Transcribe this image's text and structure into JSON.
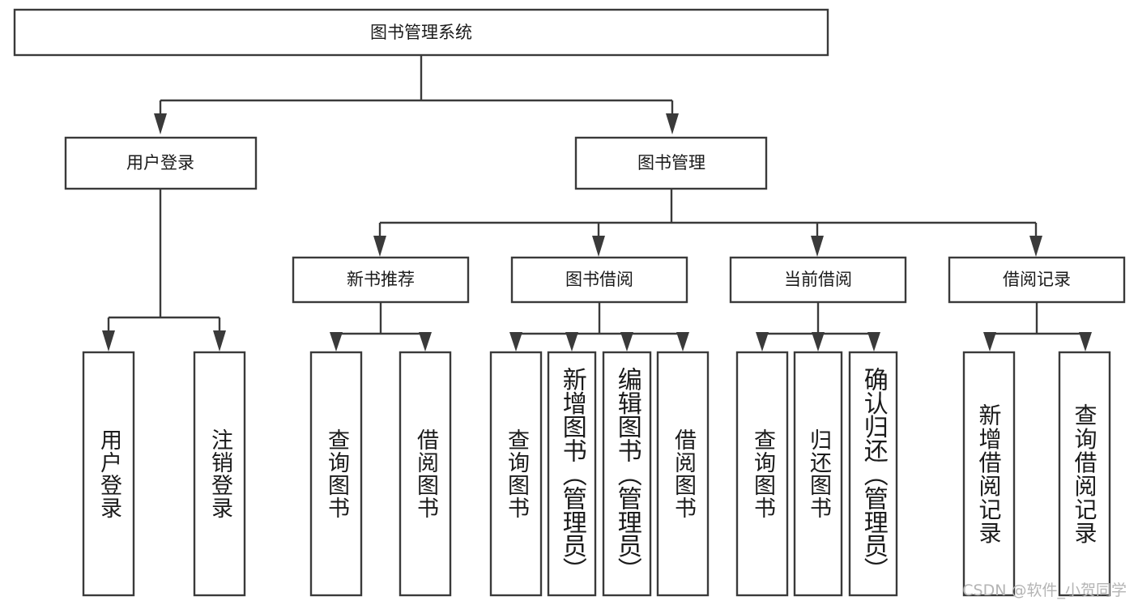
{
  "diagram": {
    "type": "tree",
    "title": "图书管理系统",
    "watermark": "CSDN @软件_小贺同学",
    "colors": {
      "box_stroke": "#3a3a3a",
      "box_fill": "#ffffff",
      "text": "#1a1a1a",
      "watermark": "#b4b4b4",
      "background": "#ffffff"
    },
    "root": {
      "label": "图书管理系统"
    },
    "level2": [
      {
        "label": "用户登录"
      },
      {
        "label": "图书管理"
      }
    ],
    "level3": [
      {
        "label": "新书推荐"
      },
      {
        "label": "图书借阅"
      },
      {
        "label": "当前借阅"
      },
      {
        "label": "借阅记录"
      }
    ],
    "leaves": {
      "user_login": [
        {
          "label": "用户登录"
        },
        {
          "label": "注销登录"
        }
      ],
      "new_book": [
        {
          "label": "查询图书"
        },
        {
          "label": "借阅图书"
        }
      ],
      "book_borrow": [
        {
          "label": "查询图书"
        },
        {
          "label": "新增图书（管理员）"
        },
        {
          "label": "编辑图书（管理员）"
        },
        {
          "label": "借阅图书"
        }
      ],
      "current_borrow": [
        {
          "label": "查询图书"
        },
        {
          "label": "归还图书"
        },
        {
          "label": "确认归还（管理员）"
        }
      ],
      "borrow_record": [
        {
          "label": "新增借阅记录"
        },
        {
          "label": "查询借阅记录"
        }
      ]
    }
  }
}
